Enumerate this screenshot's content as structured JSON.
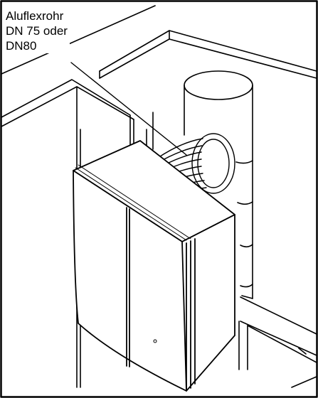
{
  "callout": {
    "lines": [
      "Aluflexrohr",
      "DN 75 oder",
      "DN80"
    ]
  },
  "colors": {
    "line": "#000000",
    "background": "#ffffff"
  }
}
